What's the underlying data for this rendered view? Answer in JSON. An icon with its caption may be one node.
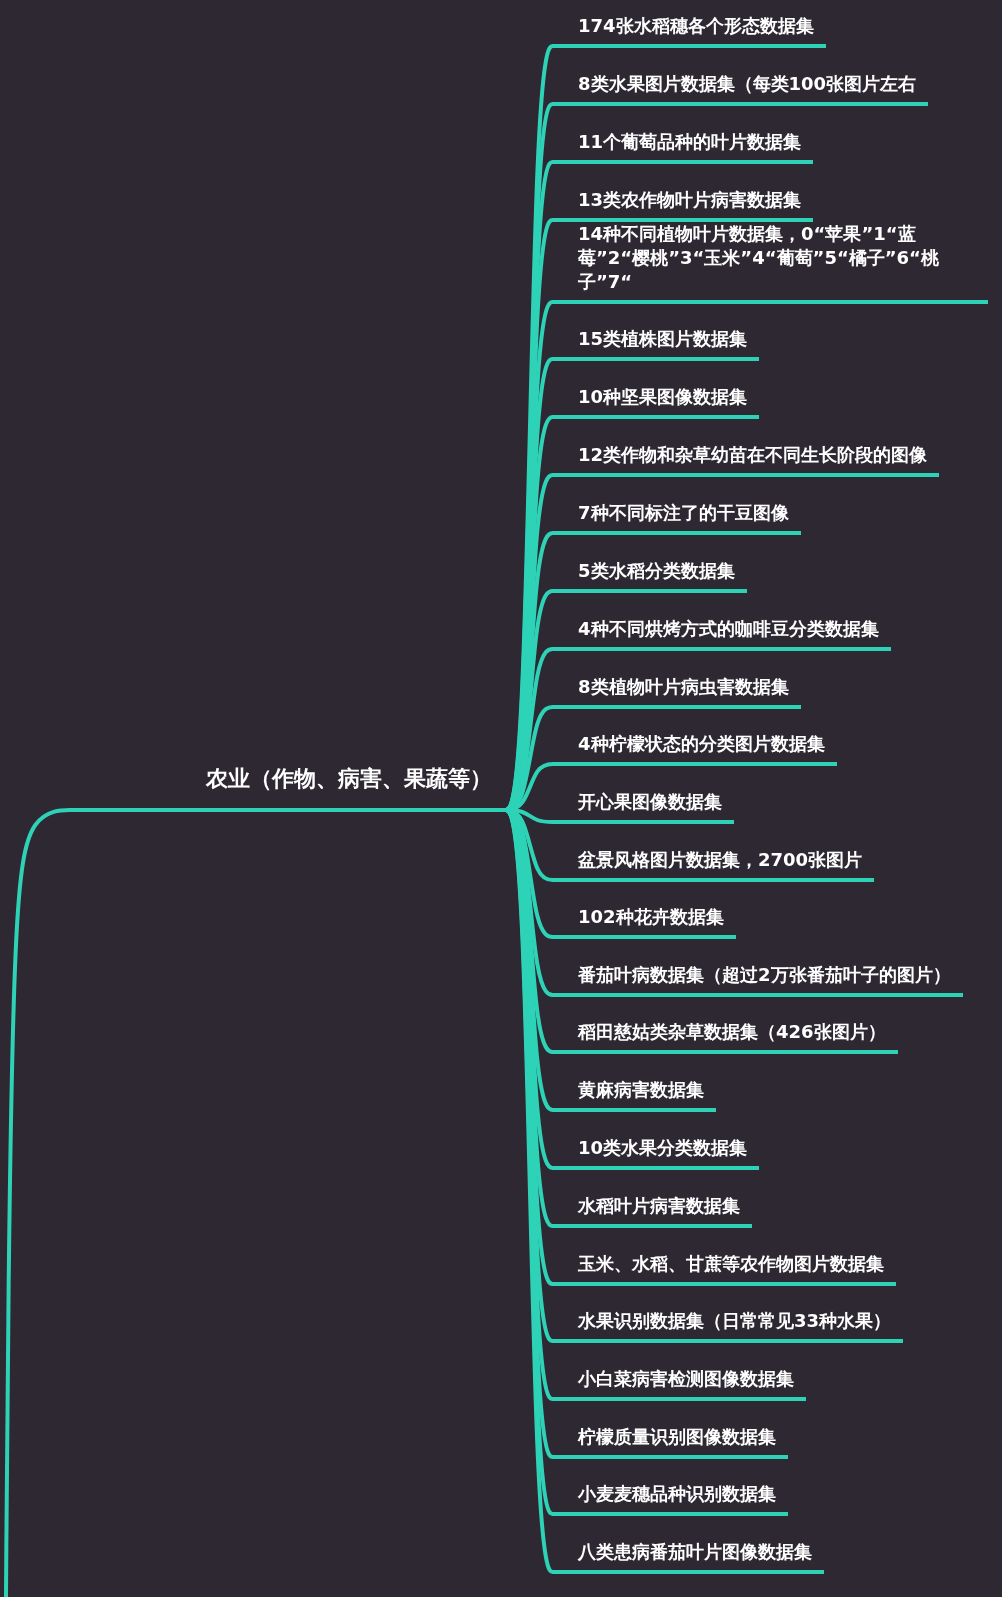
{
  "diagram": {
    "nodes": [
      {
        "text": [
          "农业（作物、病害、果蔬等）"
        ]
      },
      {
        "text": [
          "174张水稻穗各个形态数据集"
        ]
      },
      {
        "text": [
          "8类水果图片数据集（每类100张图片左右"
        ]
      },
      {
        "text": [
          "11个葡萄品种的叶片数据集"
        ]
      },
      {
        "text": [
          "13类农作物叶片病害数据集"
        ]
      },
      {
        "text": [
          "14种不同植物叶片数据集，0“苹果”1“蓝莓”2“樱桃”3“玉米”4“葡萄”5“橘子”6“桃子”7“"
        ]
      },
      {
        "text": [
          "15类植株图片数据集"
        ]
      },
      {
        "text": [
          "10种坚果图像数据集"
        ]
      },
      {
        "text": [
          "12类作物和杂草幼苗在不同生长阶段的图像"
        ]
      },
      {
        "text": [
          "7种不同标注了的干豆图像"
        ]
      },
      {
        "text": [
          "5类水稻分类数据集"
        ]
      },
      {
        "text": [
          "4种不同烘烤方式的咖啡豆分类数据集"
        ]
      },
      {
        "text": [
          "8类植物叶片病虫害数据集"
        ]
      },
      {
        "text": [
          "4种柠檬状态的分类图片数据集"
        ]
      },
      {
        "text": [
          "开心果图像数据集"
        ]
      },
      {
        "text": [
          "盆景风格图片数据集，2700张图片"
        ]
      },
      {
        "text": [
          "102种花卉数据集"
        ]
      },
      {
        "text": [
          "番茄叶病数据集（超过2万张番茄叶子的图片）"
        ]
      },
      {
        "text": [
          "稻田慈姑类杂草数据集（426张图片）"
        ]
      },
      {
        "text": [
          "黄麻病害数据集"
        ]
      },
      {
        "text": [
          "10类水果分类数据集"
        ]
      },
      {
        "text": [
          "水稻叶片病害数据集"
        ]
      },
      {
        "text": [
          "玉米、水稻、甘蔗等农作物图片数据集"
        ]
      },
      {
        "text": [
          "水果识别数据集（日常常见33种水果）"
        ]
      },
      {
        "text": [
          "小白菜病害检测图像数据集"
        ]
      },
      {
        "text": [
          "柠檬质量识别图像数据集"
        ]
      },
      {
        "text": [
          "小麦麦穗品种识别数据集"
        ]
      },
      {
        "text": [
          "八类患病番茄叶片图像数据集"
        ]
      }
    ],
    "edges": [
      {
        "from": null,
        "to": 0,
        "arrow": "none"
      },
      {
        "from": 0,
        "to": 1,
        "arrow": "none"
      },
      {
        "from": 0,
        "to": 2,
        "arrow": "none"
      },
      {
        "from": 0,
        "to": 3,
        "arrow": "none"
      },
      {
        "from": 0,
        "to": 4,
        "arrow": "none"
      },
      {
        "from": 0,
        "to": 5,
        "arrow": "none"
      },
      {
        "from": 0,
        "to": 6,
        "arrow": "none"
      },
      {
        "from": 0,
        "to": 7,
        "arrow": "none"
      },
      {
        "from": 0,
        "to": 8,
        "arrow": "none"
      },
      {
        "from": 0,
        "to": 9,
        "arrow": "none"
      },
      {
        "from": 0,
        "to": 10,
        "arrow": "none"
      },
      {
        "from": 0,
        "to": 11,
        "arrow": "none"
      },
      {
        "from": 0,
        "to": 12,
        "arrow": "none"
      },
      {
        "from": 0,
        "to": 13,
        "arrow": "none"
      },
      {
        "from": 0,
        "to": 14,
        "arrow": "none"
      },
      {
        "from": 0,
        "to": 15,
        "arrow": "none"
      },
      {
        "from": 0,
        "to": 16,
        "arrow": "none"
      },
      {
        "from": 0,
        "to": 17,
        "arrow": "none"
      },
      {
        "from": 0,
        "to": 18,
        "arrow": "none"
      },
      {
        "from": 0,
        "to": 19,
        "arrow": "none"
      },
      {
        "from": 0,
        "to": 20,
        "arrow": "none"
      },
      {
        "from": 0,
        "to": 21,
        "arrow": "none"
      },
      {
        "from": 0,
        "to": 22,
        "arrow": "none"
      },
      {
        "from": 0,
        "to": 23,
        "arrow": "none"
      },
      {
        "from": 0,
        "to": 24,
        "arrow": "none"
      },
      {
        "from": 0,
        "to": 25,
        "arrow": "none"
      },
      {
        "from": 0,
        "to": 26,
        "arrow": "none"
      },
      {
        "from": 0,
        "to": 27,
        "arrow": "none"
      }
    ]
  }
}
